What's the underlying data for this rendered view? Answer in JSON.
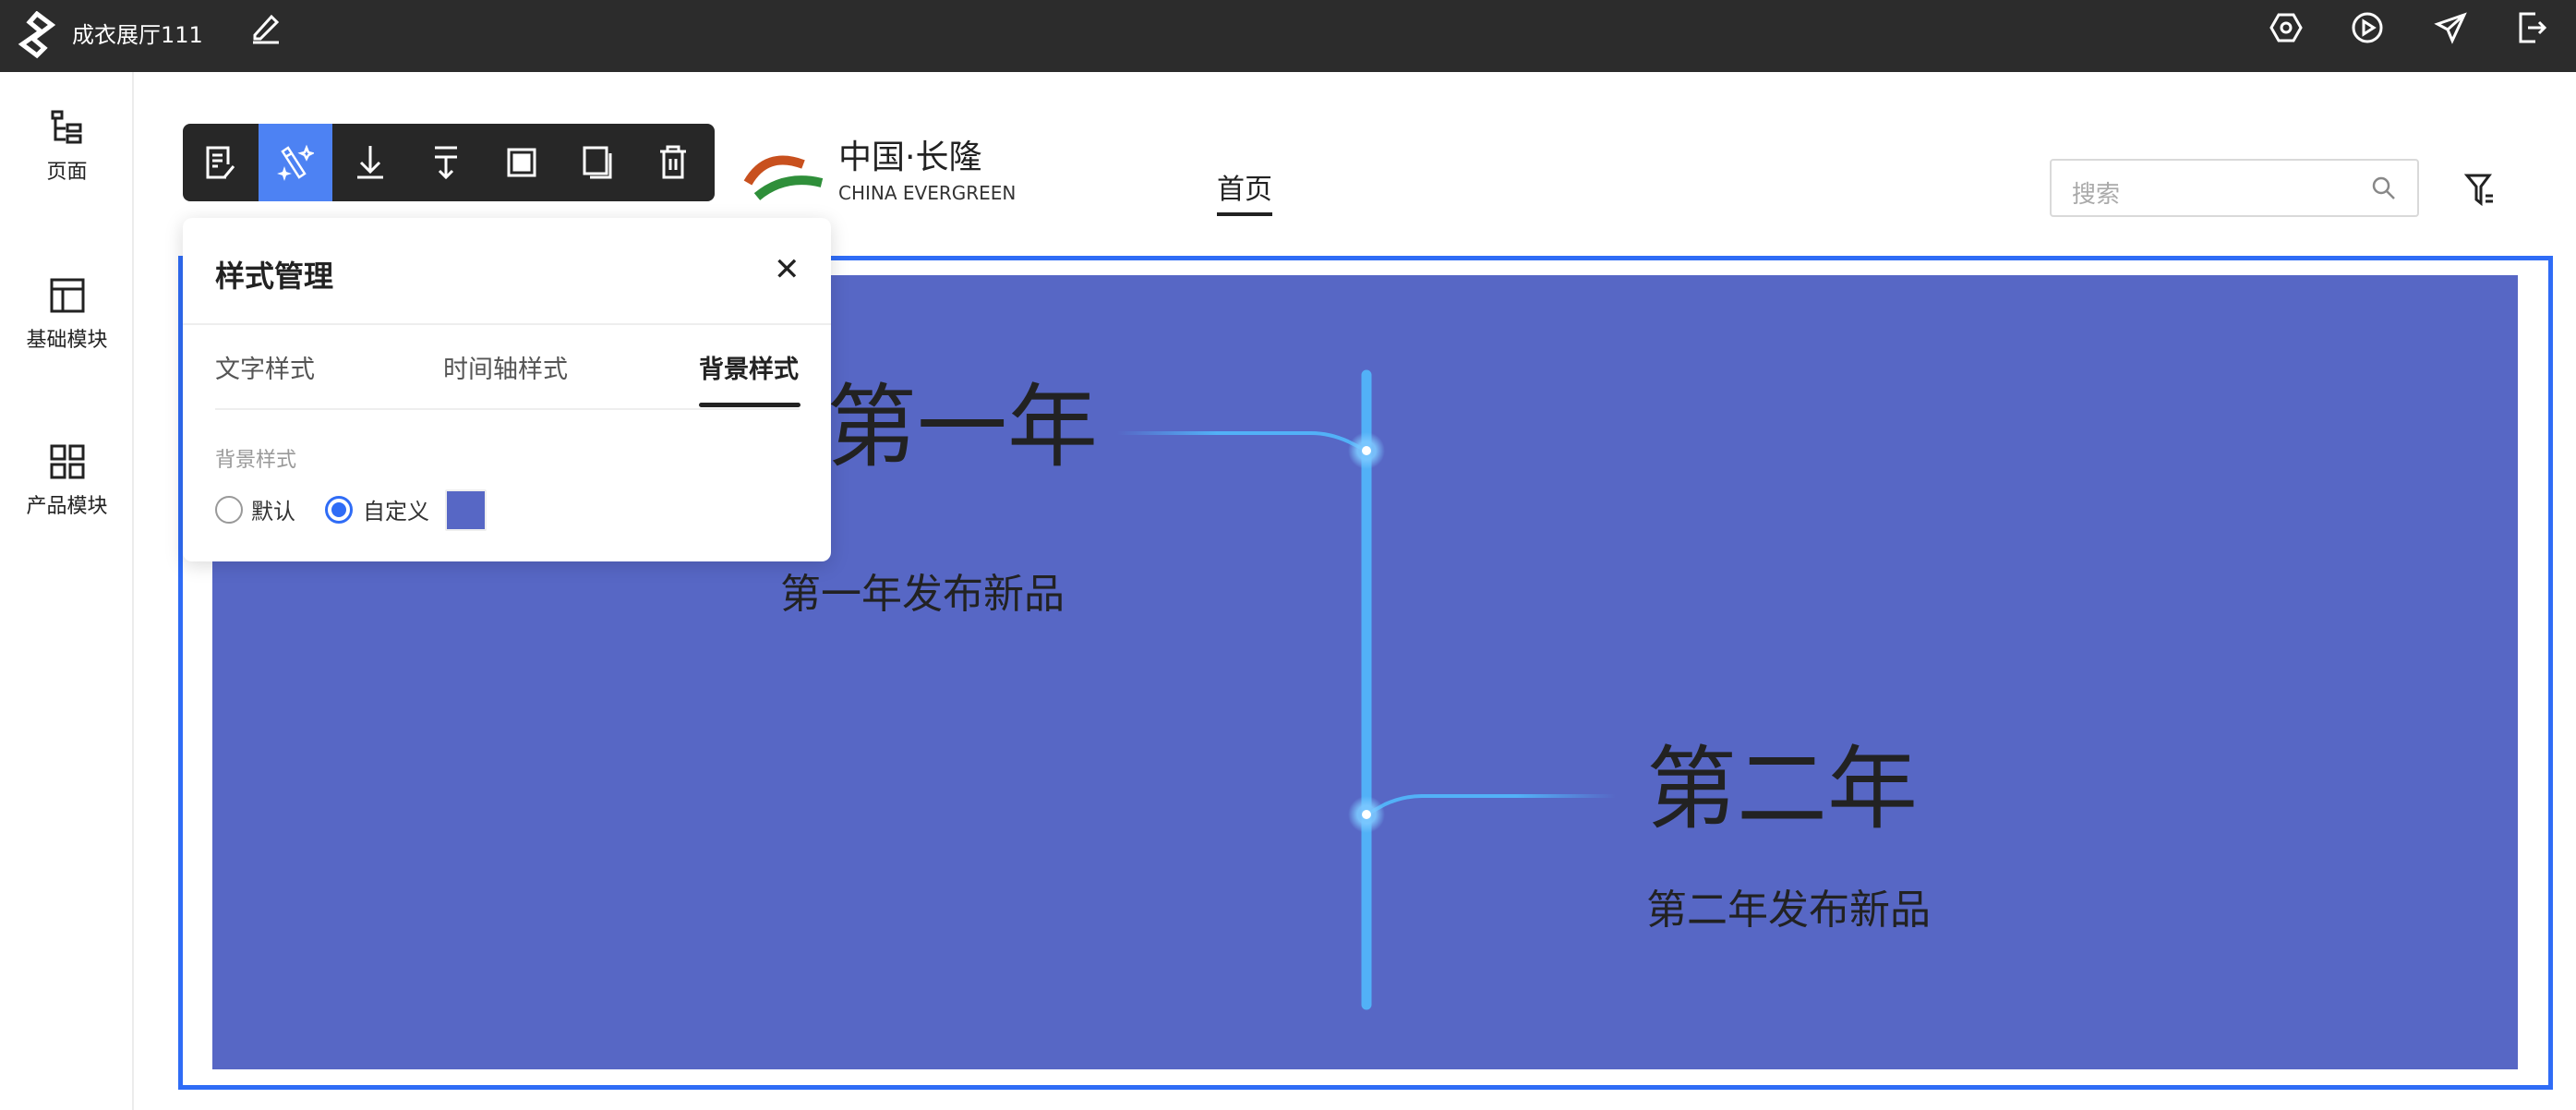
{
  "topbar": {
    "title": "成衣展厅111",
    "icons": [
      "logo-s-icon",
      "edit-icon",
      "settings-icon",
      "play-icon",
      "send-icon",
      "exit-icon"
    ]
  },
  "sidebar": {
    "items": [
      {
        "label": "页面",
        "icon": "page-tree-icon"
      },
      {
        "label": "基础模块",
        "icon": "layout-icon"
      },
      {
        "label": "产品模块",
        "icon": "grid-icon"
      }
    ]
  },
  "toolbar": {
    "icons": [
      "edit-doc-icon",
      "magic-wand-icon",
      "download-icon",
      "insert-below-icon",
      "frame-icon",
      "copy-icon",
      "delete-icon"
    ],
    "active": "magic-wand-icon"
  },
  "header": {
    "logo_text_cn": "中国·长隆",
    "logo_text_en": "CHINA EVERGREEN",
    "nav": [
      "首页"
    ],
    "search_placeholder": "搜索"
  },
  "timeline": {
    "items": [
      {
        "title": "第一年",
        "desc": "第一年发布新品"
      },
      {
        "title": "第二年",
        "desc": "第二年发布新品"
      }
    ],
    "line_color": "#52b1f7",
    "background": "#5767c5"
  },
  "popup": {
    "title": "样式管理",
    "tabs": [
      "文字样式",
      "时间轴样式",
      "背景样式"
    ],
    "active_tab": "背景样式",
    "section_label": "背景样式",
    "options": [
      "默认",
      "自定义"
    ],
    "selected": "自定义",
    "custom_color": "#5767c5"
  }
}
